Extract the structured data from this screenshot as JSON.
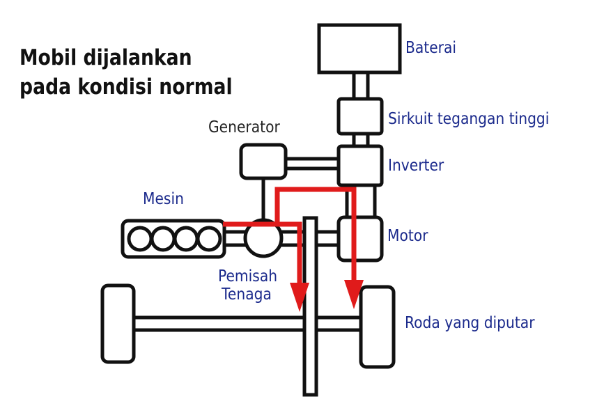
{
  "title": {
    "line1": "Mobil dijalankan",
    "line2": "pada kondisi normal"
  },
  "labels": {
    "baterai": "Baterai",
    "sirkuit": "Sirkuit tegangan tinggi",
    "generator": "Generator",
    "inverter": "Inverter",
    "mesin": "Mesin",
    "motor": "Motor",
    "pemisah_line1": "Pemisah",
    "pemisah_line2": "Tenaga",
    "roda": "Roda yang diputar"
  },
  "colors": {
    "component_stroke": "#111111",
    "flow_arrow": "#e01b1b",
    "label_blue": "#1b2a8c",
    "label_dark": "#222222"
  }
}
